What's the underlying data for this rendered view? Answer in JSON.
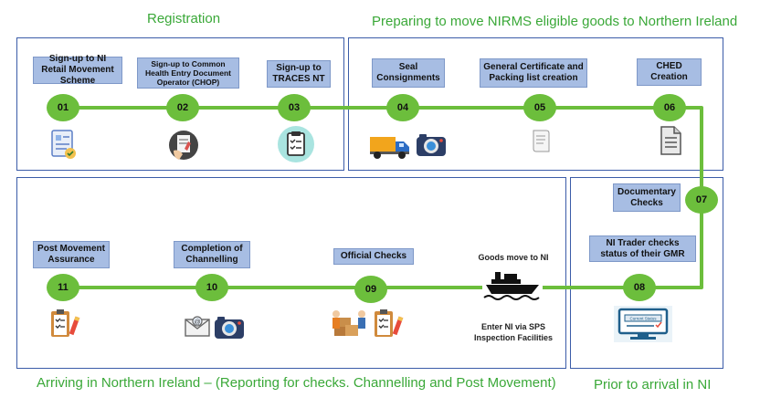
{
  "headers": {
    "registration": "Registration",
    "preparing": "Preparing to move NIRMS eligible goods to Northern Ireland",
    "arriving": "Arriving in Northern Ireland – (Reporting for checks. Channelling and Post Movement)",
    "prior": "Prior to arrival in NI"
  },
  "steps": [
    {
      "num": "01",
      "label": "Sign-up to NI Retail Movement Scheme"
    },
    {
      "num": "02",
      "label": "Sign-up to Common Health Entry Document Operator (CHOP)"
    },
    {
      "num": "03",
      "label": "Sign-up to TRACES NT"
    },
    {
      "num": "04",
      "label": "Seal Consignments"
    },
    {
      "num": "05",
      "label": "General Certificate and Packing list creation"
    },
    {
      "num": "06",
      "label": "CHED Creation"
    },
    {
      "num": "07",
      "label": "Documentary Checks"
    },
    {
      "num": "08",
      "label": "NI Trader checks status of their GMR"
    },
    {
      "num": "09",
      "label": "Official Checks"
    },
    {
      "num": "10",
      "label": "Completion of Channelling"
    },
    {
      "num": "11",
      "label": "Post Movement Assurance"
    }
  ],
  "ship": {
    "top_text": "Goods move to NI",
    "bottom_text": "Enter NI via SPS Inspection Facilities"
  },
  "status_screen_text": "Current Status",
  "colors": {
    "line": "#6cbe3c",
    "node": "#6cbe3c",
    "label_bg": "#a7bde3",
    "panel_border": "#3b5ca8",
    "header_text": "#3aa838"
  }
}
